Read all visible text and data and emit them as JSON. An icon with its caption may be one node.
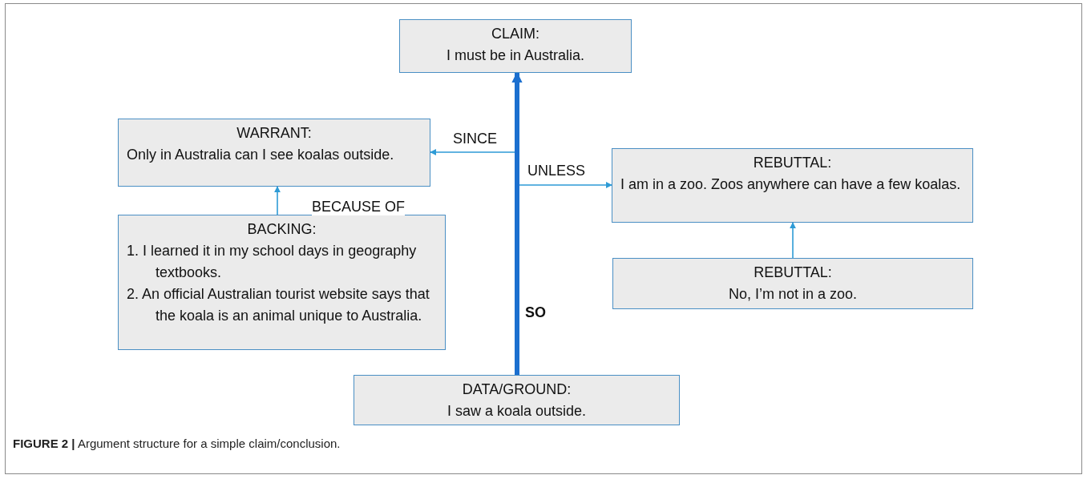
{
  "diagram": {
    "caption": "**FIGURE 2 |** Argument structure for a simple claim/conclusion.",
    "nodes": [
      {
        "text": [
          "CLAIM:",
          "I must be in Australia."
        ]
      },
      {
        "text": [
          "WARRANT:",
          "Only in Australia can I see koalas outside."
        ]
      },
      {
        "text": [
          "BACKING:",
          "1. I learned it in my school days in geography textbooks.",
          "2. An official Australian tourist website says that the koala is an animal unique to Australia."
        ]
      },
      {
        "text": [
          "REBUTTAL:",
          "I am in a zoo. Zoos anywhere can have a few koalas."
        ]
      },
      {
        "text": [
          "REBUTTAL:",
          "No, I’m not in a zoo."
        ]
      },
      {
        "text": [
          "DATA/GROUND:",
          "I saw a koala outside."
        ]
      }
    ],
    "edges": [
      {
        "from": 5,
        "to": 1,
        "arrow": "to",
        "label": "SINCE"
      },
      {
        "from": 5,
        "to": 3,
        "arrow": "to",
        "label": "UNLESS"
      },
      {
        "from": 2,
        "to": 1,
        "arrow": "to",
        "label": "BECAUSE OF"
      },
      {
        "from": 4,
        "to": 3,
        "arrow": "to"
      },
      {
        "from": 5,
        "to": 0,
        "arrow": "to",
        "label": "SO",
        "style": "thick",
        "color": "#1b6fcf"
      }
    ]
  }
}
